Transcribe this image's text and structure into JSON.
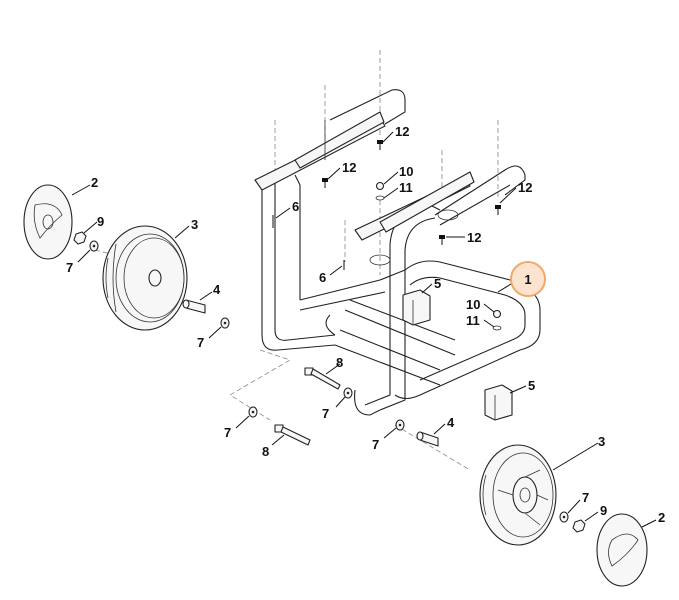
{
  "callouts": {
    "p1": "1",
    "p2_left": "2",
    "p2_right": "2",
    "p3_left": "3",
    "p3_right": "3",
    "p4_left": "4",
    "p4_right": "4",
    "p5_top": "5",
    "p5_bottom": "5",
    "p6_upper": "6",
    "p6_lower": "6",
    "p7_left_hub": "7",
    "p7_left_axle": "7",
    "p7_left_lower": "7",
    "p7_mid": "7",
    "p7_right_axle": "7",
    "p7_right_hub": "7",
    "p8_upper": "8",
    "p8_lower": "8",
    "p9_left": "9",
    "p9_right": "9",
    "p10_top": "10",
    "p10_mid": "10",
    "p11_top": "11",
    "p11_mid": "11",
    "p12_a": "12",
    "p12_b": "12",
    "p12_c": "12",
    "p12_d": "12"
  },
  "colors": {
    "line": "#222222",
    "highlight_fill": "#fbe3cf",
    "highlight_stroke": "#f0a868"
  }
}
